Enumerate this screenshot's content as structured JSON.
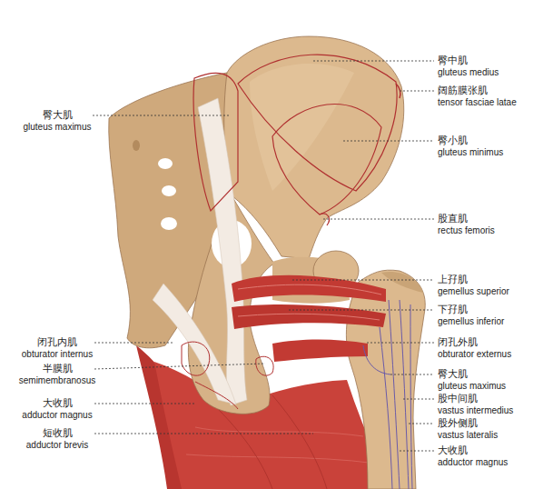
{
  "diagram": {
    "labels": [
      "臀中肌",
      "gluteus medius",
      "阔筋膜张肌",
      "tensor fasciae latae",
      "臀大肌",
      "gluteus maximus",
      "臀小肌",
      "gluteus minimus",
      "股直肌",
      "rectus femoris",
      "上孖肌",
      "gemellus superior",
      "下孖肌",
      "gemellus inferior",
      "闭孔内肌",
      "obturator internus",
      "闭孔外肌",
      "obturator externus",
      "半膜肌",
      "semimembranosus",
      "臀大肌",
      "gluteus maximus",
      "股中间肌",
      "vastus intermedius",
      "大收肌",
      "adductor magnus",
      "股外侧肌",
      "vastus lateralis",
      "短收肌",
      "adductor brevis",
      "大收肌",
      "adductor magnus"
    ]
  }
}
